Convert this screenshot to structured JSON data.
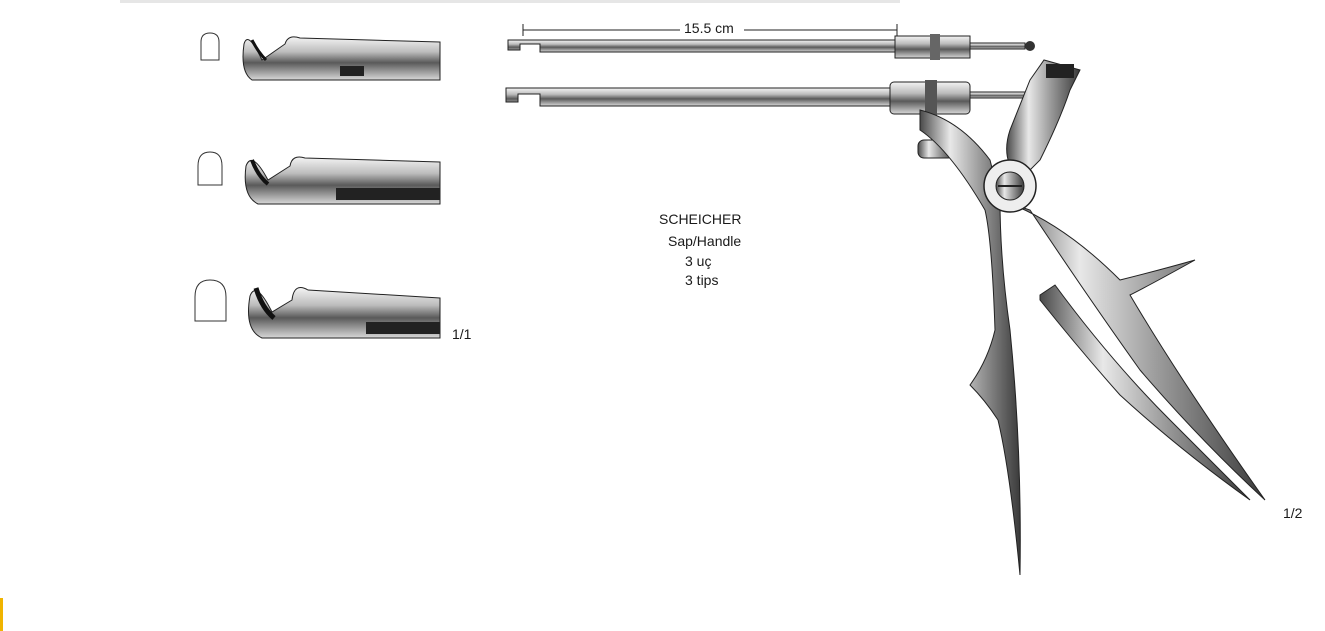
{
  "product": {
    "name": "SCHEICHER",
    "subtitle": "Sap/Handle",
    "tips_tr": "3 uç",
    "tips_en": "3 tips"
  },
  "dimension": {
    "length_label": "15.5 cm"
  },
  "scales": {
    "tips_scale": "1/1",
    "instrument_scale": "1/2"
  }
}
